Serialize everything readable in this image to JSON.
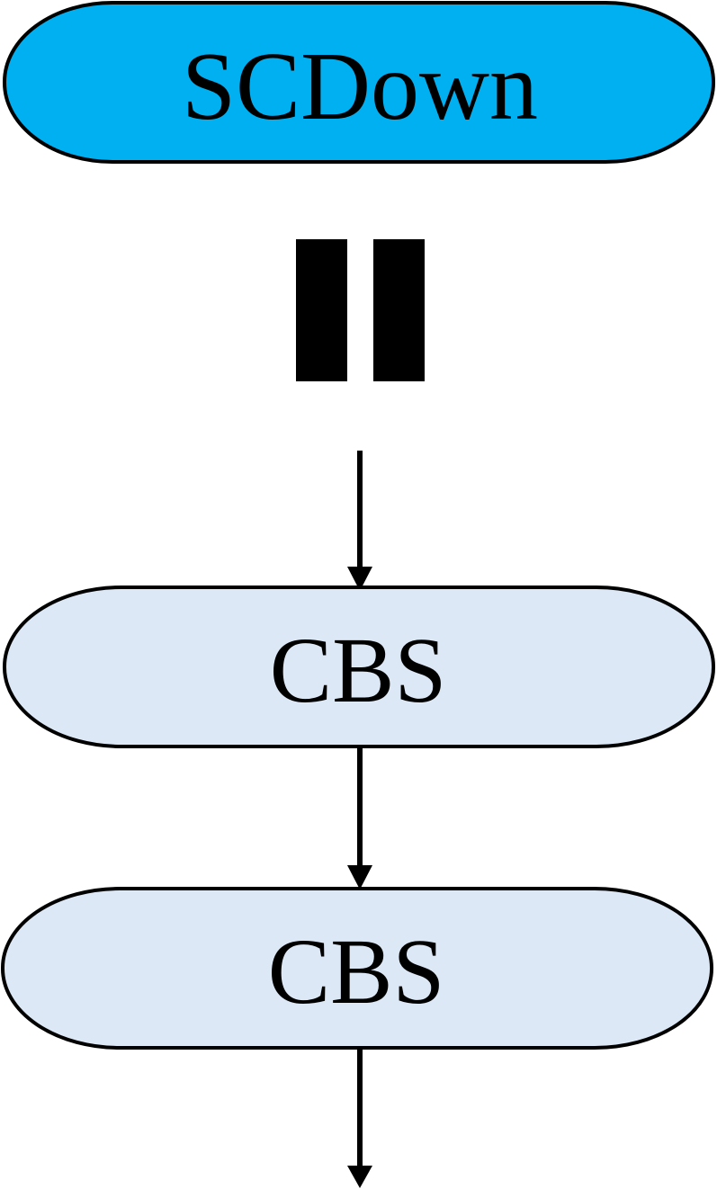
{
  "diagram": {
    "title_block": {
      "label": "SCDown",
      "fill": "#00B0F0"
    },
    "equals_glyph": "equals-sign",
    "blocks": [
      {
        "label": "CBS",
        "fill": "#DDE8F6"
      },
      {
        "label": "CBS",
        "fill": "#DDE8F6"
      }
    ],
    "stroke_color": "#000000"
  }
}
